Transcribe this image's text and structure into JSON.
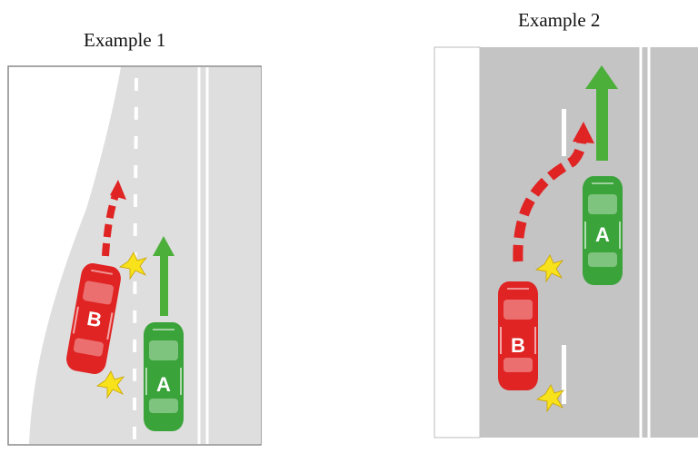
{
  "example1": {
    "title": "Example 1",
    "car_a": {
      "label": "A",
      "color": "#3aa33a"
    },
    "car_b": {
      "label": "B",
      "color": "#e02323"
    }
  },
  "example2": {
    "title": "Example 2",
    "car_a": {
      "label": "A",
      "color": "#3aa33a"
    },
    "car_b": {
      "label": "B",
      "color": "#e02323"
    }
  },
  "colors": {
    "road_light": "#dedede",
    "road_dark": "#c4c4c4",
    "lane_marking": "#ffffff",
    "car_green": "#3aa33a",
    "car_red": "#e02323",
    "path_red": "#e02323",
    "arrow_green": "#4caf3a",
    "impact_yellow": "#f7e21b"
  },
  "icons": [
    "impact-star-icon",
    "path-arrow-icon",
    "car-icon"
  ]
}
